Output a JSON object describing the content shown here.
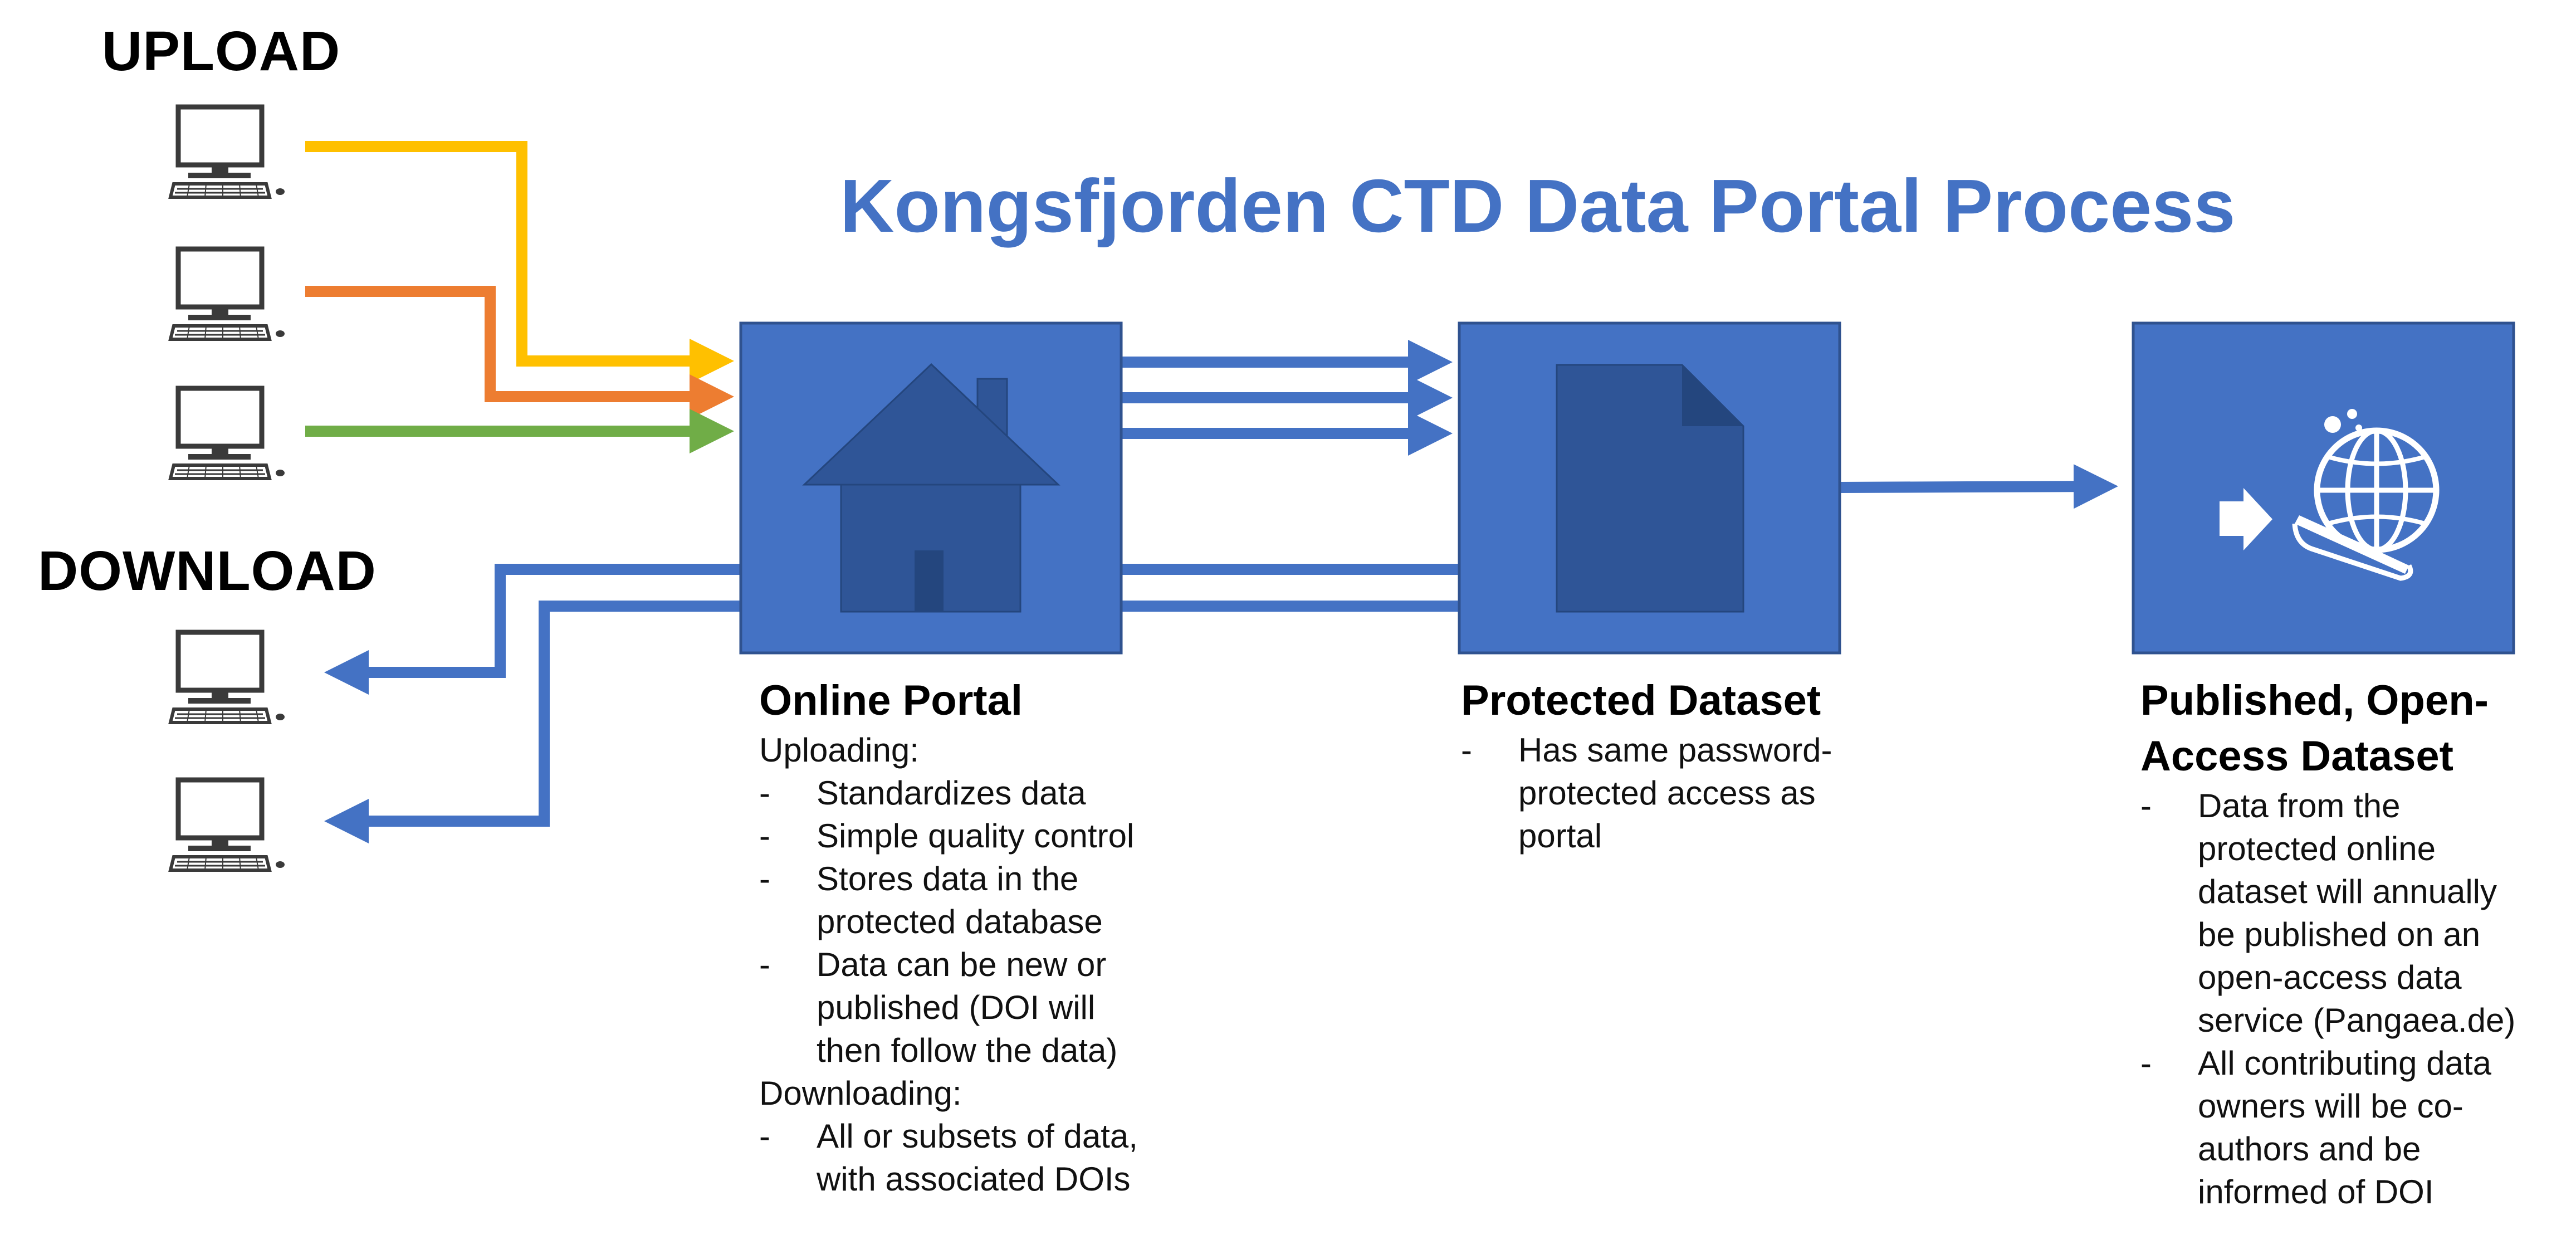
{
  "title": "Kongsfjorden CTD Data Portal Process",
  "sections": {
    "upload": "UPLOAD",
    "download": "DOWNLOAD"
  },
  "colors": {
    "primary_blue": "#4472C4",
    "box_border": "#2F528F",
    "icon_dark": "#2F5597",
    "upload_yellow": "#FFC000",
    "upload_orange": "#ED7D31",
    "upload_green": "#70AD47",
    "computer": "#3A3A3A"
  },
  "icons": {
    "computers": "computer-icon",
    "portal": "house-icon",
    "dataset": "document-icon",
    "published": "globe-upload-icon"
  },
  "portal": {
    "title": "Online Portal",
    "uploading_heading": "Uploading:",
    "upload_items": [
      [
        "Standardizes data"
      ],
      [
        "Simple quality control"
      ],
      [
        "Stores data in the",
        "protected database"
      ],
      [
        "Data can be new or",
        "published (DOI will",
        "then follow the data)"
      ]
    ],
    "downloading_heading": "Downloading:",
    "download_items": [
      [
        "All or subsets of data,",
        "with associated DOIs"
      ]
    ]
  },
  "protected": {
    "title": "Protected Dataset",
    "items": [
      [
        "Has same password-",
        "protected access as",
        "portal"
      ]
    ]
  },
  "published": {
    "title_lines": [
      "Published, Open-",
      "Access Dataset"
    ],
    "items": [
      [
        "Data from the",
        "protected online",
        "dataset will annually",
        "be published on an",
        "open-access data",
        "service (Pangaea.de)"
      ],
      [
        "All contributing data",
        "owners will be co-",
        "authors and be",
        "informed of DOI"
      ]
    ]
  }
}
